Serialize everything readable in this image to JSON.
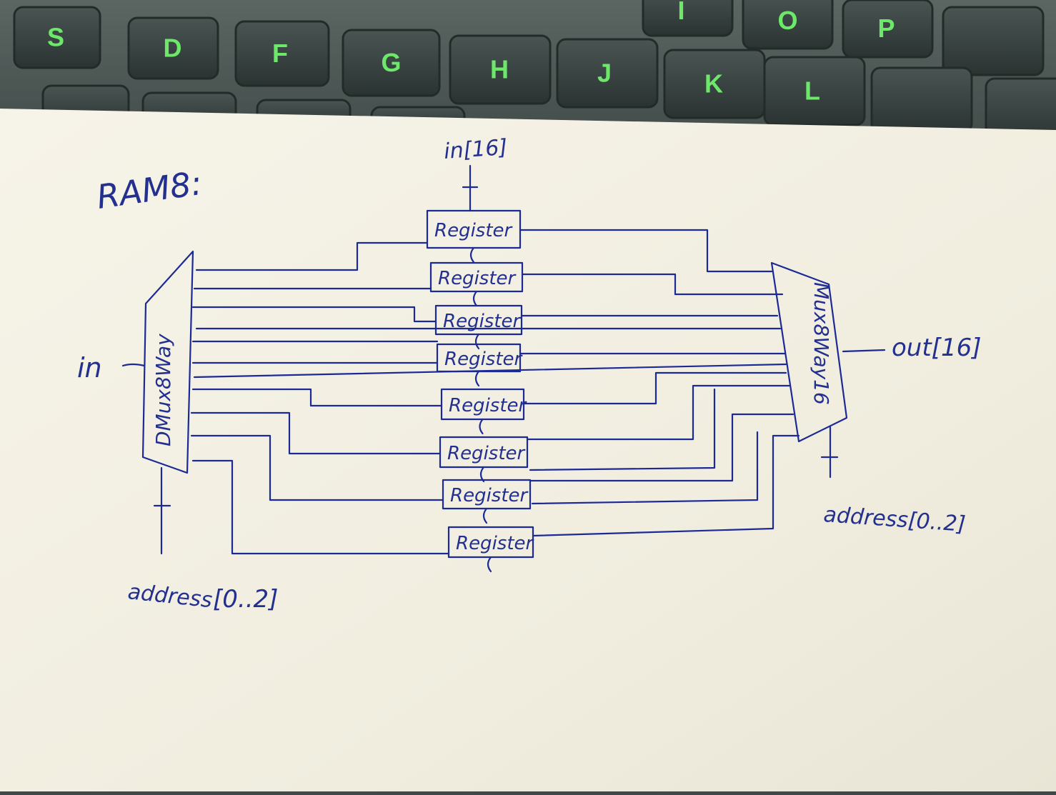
{
  "keyboard": {
    "keys": [
      "S",
      "D",
      "F",
      "G",
      "H",
      "J",
      "K",
      "L",
      "O",
      "P",
      "I"
    ],
    "legend_color": "#6ee86a"
  },
  "diagram": {
    "title": "RAM8:",
    "input_bus_label": "in[16]",
    "input_label": "in",
    "demux_label": "DMux8Way",
    "register_label": "Register",
    "register_count": 8,
    "mux_label": "Mux8Way16",
    "output_label": "out[16]",
    "left_address_label": "address",
    "left_address_range": "[0..2]",
    "right_address_label": "address[0..2]",
    "ink_color": "#23308f",
    "paper_color": "#f4f1e4"
  }
}
